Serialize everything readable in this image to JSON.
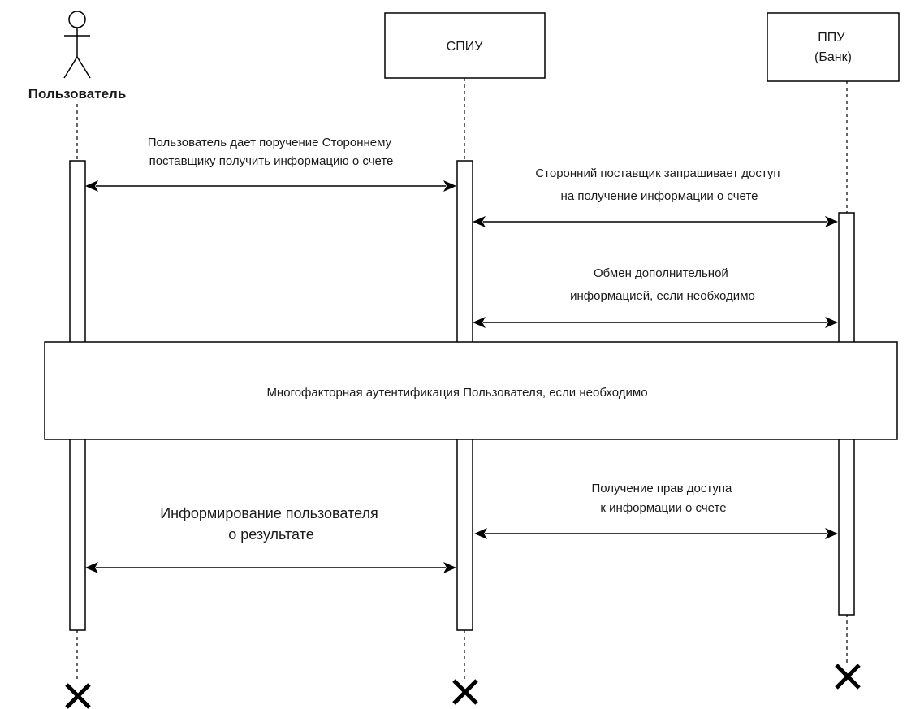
{
  "participants": {
    "user": "Пользователь",
    "spiu": "СПИУ",
    "ppu": [
      "ППУ",
      "(Банк)"
    ]
  },
  "messages": {
    "m1": [
      "Пользователь дает поручение Стороннему",
      "поставщику получить информацию о счете"
    ],
    "m2": [
      "Сторонний поставщик запрашивает доступ",
      "на получение информации о счете"
    ],
    "m3": [
      "Обмен дополнительной",
      "информацией, если необходимо"
    ],
    "m4": [
      "Получение прав доступа",
      "к информации о счете"
    ],
    "m5": [
      "Информирование пользователя",
      "о результате"
    ]
  },
  "note": {
    "text": "Многофакторная аутентификация Пользователя, если необходимо"
  }
}
